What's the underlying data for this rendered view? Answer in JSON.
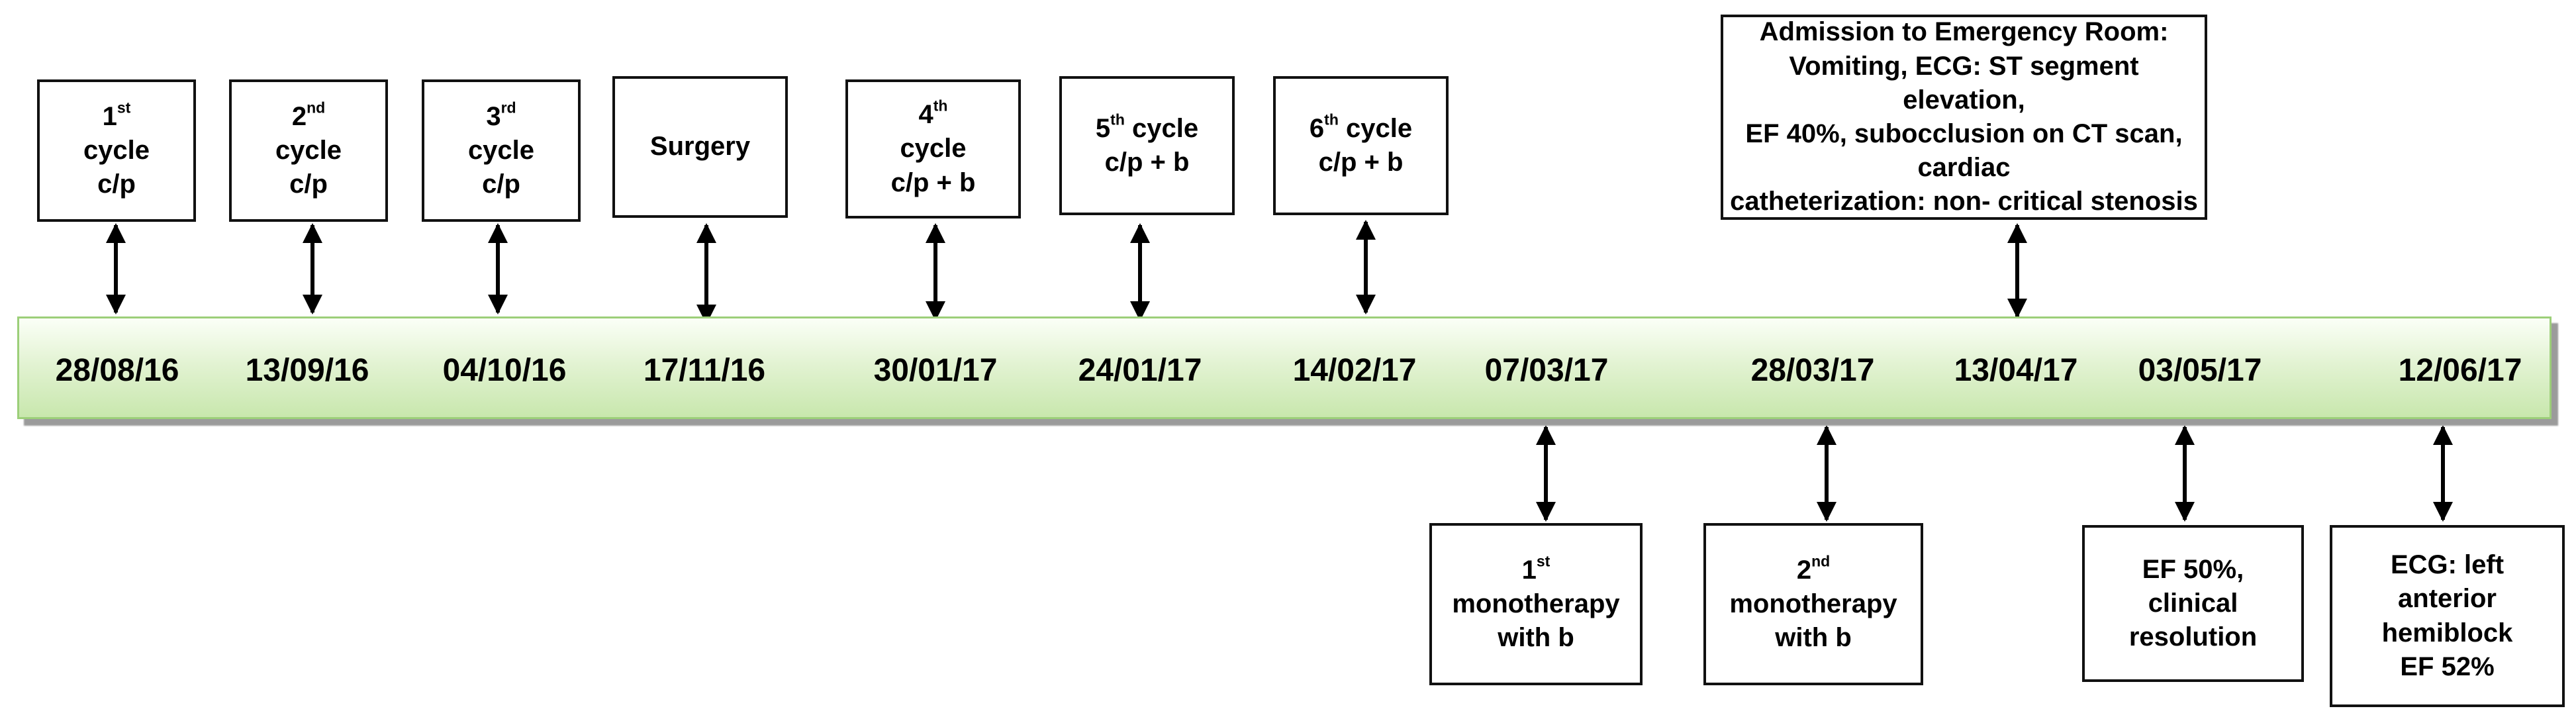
{
  "timeline": {
    "dates": [
      "28/08/16",
      "13/09/16",
      "04/10/16",
      "17/11/16",
      "30/01/17",
      "24/01/17",
      "14/02/17",
      "07/03/17",
      "28/03/17",
      "13/04/17",
      "03/05/17",
      "12/06/17"
    ]
  },
  "events_above": [
    {
      "lines": [
        {
          "main": "1",
          "sup": "st"
        },
        {
          "main": "cycle"
        },
        {
          "main": "c/p"
        }
      ]
    },
    {
      "lines": [
        {
          "main": "2",
          "sup": "nd"
        },
        {
          "main": "cycle"
        },
        {
          "main": "c/p"
        }
      ]
    },
    {
      "lines": [
        {
          "main": "3",
          "sup": "rd"
        },
        {
          "main": "cycle"
        },
        {
          "main": "c/p"
        }
      ]
    },
    {
      "lines": [
        {
          "main": "Surgery"
        }
      ]
    },
    {
      "lines": [
        {
          "main": "4",
          "sup": "th"
        },
        {
          "main": "cycle"
        },
        {
          "main": "c/p + b"
        }
      ]
    },
    {
      "lines": [
        {
          "main": "5",
          "sup": "th",
          "rest": " cycle"
        },
        {
          "main": "c/p + b"
        }
      ]
    },
    {
      "lines": [
        {
          "main": "6",
          "sup": "th",
          "rest": " cycle"
        },
        {
          "main": "c/p + b"
        }
      ]
    },
    {
      "lines": [
        {
          "main": "Admission to Emergency Room:"
        },
        {
          "main": "Vomiting, ECG: ST segment elevation,"
        },
        {
          "main": "EF 40%, subocclusion on CT scan, cardiac"
        },
        {
          "main": "catheterization: non- critical stenosis"
        }
      ]
    }
  ],
  "events_below": [
    {
      "lines": [
        {
          "main": "1",
          "sup": "st"
        },
        {
          "main": "monotherapy"
        },
        {
          "main": "with b"
        }
      ]
    },
    {
      "lines": [
        {
          "main": "2",
          "sup": "nd"
        },
        {
          "main": "monotherapy"
        },
        {
          "main": "with b"
        }
      ]
    },
    {
      "lines": [
        {
          "main": "EF 50%,"
        },
        {
          "main": "clinical"
        },
        {
          "main": "resolution"
        }
      ]
    },
    {
      "lines": [
        {
          "main": "ECG: left"
        },
        {
          "main": "anterior"
        },
        {
          "main": "hemiblock"
        },
        {
          "main": "EF 52%"
        }
      ]
    }
  ]
}
